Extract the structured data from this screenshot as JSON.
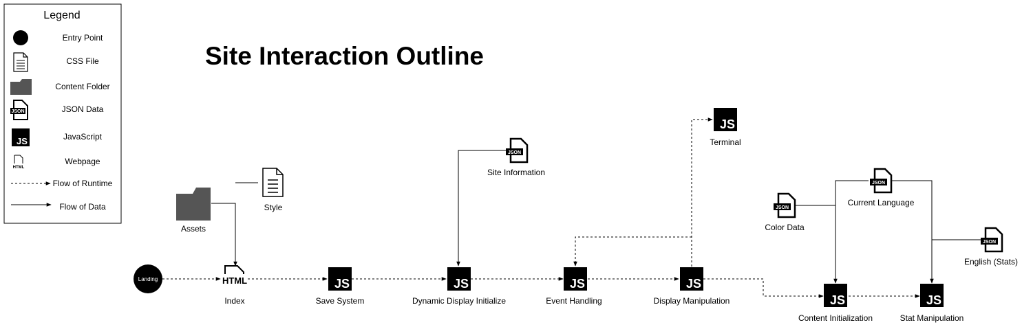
{
  "title": "Site Interaction Outline",
  "legend": {
    "title": "Legend",
    "items": [
      {
        "icon": "entry-point-icon",
        "label": "Entry Point"
      },
      {
        "icon": "css-file-icon",
        "label": "CSS File"
      },
      {
        "icon": "folder-icon",
        "label": "Content Folder"
      },
      {
        "icon": "json-file-icon",
        "label": "JSON Data"
      },
      {
        "icon": "javascript-icon",
        "label": "JavaScript"
      },
      {
        "icon": "html-file-icon",
        "label": "Webpage"
      },
      {
        "icon": "dashed-arrow-icon",
        "label": "Flow of Runtime"
      },
      {
        "icon": "solid-arrow-icon",
        "label": "Flow of Data"
      }
    ]
  },
  "icon_text": {
    "js": "JS",
    "json": "JSON",
    "html": "HTML",
    "landing": "Landing"
  },
  "nodes": {
    "landing": {
      "label": "Landing"
    },
    "index": {
      "label": "Index"
    },
    "assets": {
      "label": "Assets"
    },
    "style": {
      "label": "Style"
    },
    "save_system": {
      "label": "Save System"
    },
    "site_information": {
      "label": "Site Information"
    },
    "dynamic_display": {
      "label": "Dynamic Display Initialize"
    },
    "event_handling": {
      "label": "Event Handling"
    },
    "display_manipulation": {
      "label": "Display Manipulation"
    },
    "terminal": {
      "label": "Terminal"
    },
    "color_data": {
      "label": "Color Data"
    },
    "current_language": {
      "label": "Current Language"
    },
    "english_stats": {
      "label": "English (Stats)"
    },
    "content_init": {
      "label": "Content Initialization"
    },
    "stat_manipulation": {
      "label": "Stat Manipulation"
    }
  }
}
